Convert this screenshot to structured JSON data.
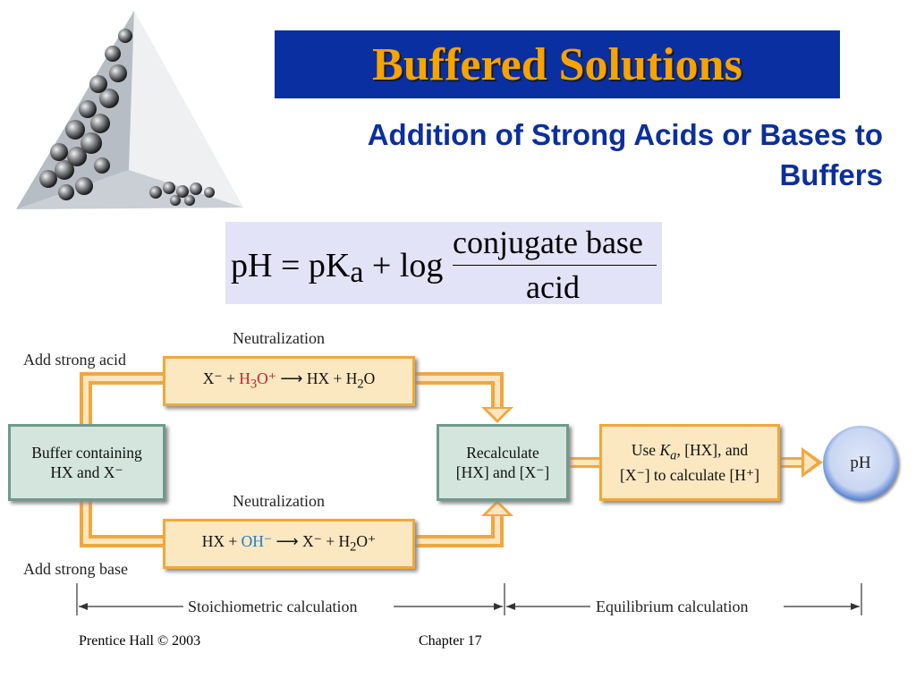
{
  "title": "Buffered Solutions",
  "subtitle_line1": "Addition of Strong Acids or Bases to",
  "subtitle_line2": "Buffers",
  "equation": {
    "lhs": "pH = pK",
    "lhs_sub": "a",
    "middle": " + log",
    "numerator": "conjugate base",
    "denominator": "acid"
  },
  "diagram": {
    "neutralization_top": "Neutralization",
    "neutralization_bottom": "Neutralization",
    "add_strong_acid": "Add strong acid",
    "add_strong_base": "Add strong base",
    "buffer_box_line1": "Buffer containing",
    "buffer_box_line2": "HX and X⁻",
    "acid_reaction_a": "X⁻ + ",
    "acid_reaction_b": "H",
    "acid_reaction_b_sub": "3",
    "acid_reaction_b_tail": "O⁺",
    "acid_reaction_c": " ⟶ HX + H",
    "acid_reaction_c_sub": "2",
    "acid_reaction_c_tail": "O",
    "base_reaction_a": "HX + ",
    "base_reaction_b": "OH⁻",
    "base_reaction_c": " ⟶ X⁻ + H",
    "base_reaction_c_sub": "2",
    "base_reaction_c_tail": "O⁺",
    "recalc_line1": "Recalculate",
    "recalc_line2": "[HX] and [X⁻]",
    "use_line1_a": "Use ",
    "use_line1_k": "K",
    "use_line1_sub": "a",
    "use_line1_b": ", [HX], and",
    "use_line2": "[X⁻] to calculate [H⁺]",
    "ph_circle": "pH",
    "stoich_label": "Stoichiometric calculation",
    "equil_label": "Equilibrium calculation",
    "colors": {
      "arrow_orange": "#f2a640",
      "teal_border": "#6f9a8c",
      "circle_blue": "#5b86d6"
    }
  },
  "footer": {
    "left": "Prentice Hall © 2003",
    "center": "Chapter 17"
  }
}
